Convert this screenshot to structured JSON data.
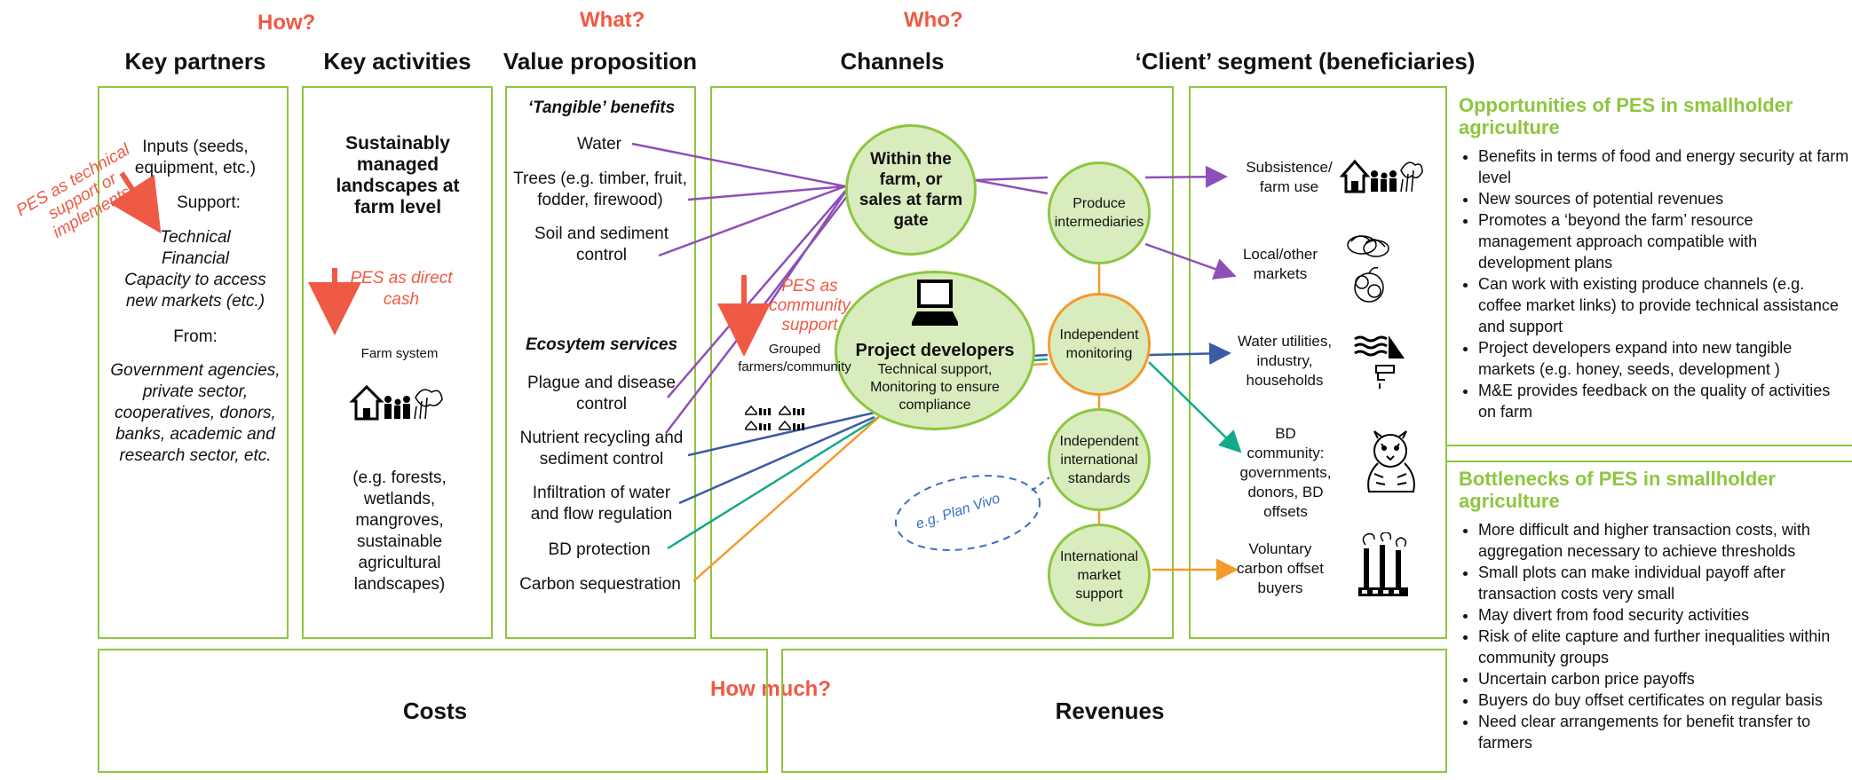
{
  "questions": {
    "how": "How?",
    "what": "What?",
    "who": "Who?",
    "how_much": "How much?"
  },
  "headers": {
    "key_partners": "Key partners",
    "key_activities": "Key activities",
    "value_proposition": "Value proposition",
    "channels": "Channels",
    "client_segment": "‘Client’ segment (beneficiaries)",
    "costs": "Costs",
    "revenues": "Revenues"
  },
  "partners": {
    "inputs": "Inputs (seeds, equipment, etc.)",
    "support_label": "Support:",
    "support_items": [
      "Technical",
      "Financial",
      "Capacity to access new markets (etc.)"
    ],
    "from_label": "From:",
    "from_text": "Government agencies, private sector, cooperatives, donors, banks, academic and research sector, etc.",
    "pes_technical": "PES as technical support or implements"
  },
  "activities": {
    "main": "Sustainably managed landscapes at farm level",
    "pes_cash": "PES as direct cash",
    "farm_system": "Farm system",
    "examples": "(e.g. forests, wetlands, mangroves, sustainable agricultural landscapes)"
  },
  "value": {
    "tangible_title": "‘Tangible’ benefits",
    "tangible": [
      "Water",
      "Trees (e.g. timber, fruit, fodder, firewood)",
      "Soil and sediment control"
    ],
    "eco_title": "Ecosytem services",
    "eco": [
      "Plague and disease control",
      "Nutrient recycling and sediment control",
      "Infiltration of water and flow regulation",
      "BD protection",
      "Carbon sequestration"
    ]
  },
  "channels": {
    "within_farm": "Within the farm, or sales at farm gate",
    "project_dev_title": "Project developers",
    "project_dev_sub": "Technical support, Monitoring to ensure compliance",
    "pes_community": "PES as community support",
    "grouped": "Grouped farmers/community",
    "produce": "Produce intermediaries",
    "indep_monitoring": "Independent monitoring",
    "indep_standards": "Independent international standards",
    "intl_market": "International market support",
    "plan_vivo": "e.g. Plan Vivo"
  },
  "segments": {
    "subsistence": "Subsistence/ farm use",
    "local": "Local/other markets",
    "water": "Water utilities, industry, households",
    "bd": "BD community: governments, donors, BD offsets",
    "carbon": "Voluntary carbon offset buyers"
  },
  "opportunities": {
    "title": "Opportunities of PES in smallholder agriculture",
    "items": [
      "Benefits in terms of food and energy security at farm level",
      "New sources of potential revenues",
      "Promotes a ‘beyond the farm’ resource management approach compatible with development plans",
      "Can work with existing produce channels (e.g. coffee market links) to provide technical assistance and support",
      "Project developers expand into new tangible markets (e.g. honey, seeds, development )",
      "M&E provides feedback on the quality of activities on farm"
    ]
  },
  "bottlenecks": {
    "title": "Bottlenecks of PES in smallholder agriculture",
    "items": [
      "More difficult and higher transaction costs, with aggregation necessary to achieve thresholds",
      "Small plots can make individual payoff after transaction costs very small",
      "May divert from food security activities",
      "Risk of elite capture and further inequalities within community groups",
      "Uncertain carbon price payoffs",
      "Buyers do buy offset certificates on regular basis",
      "Need clear arrangements for benefit transfer to farmers"
    ]
  },
  "colors": {
    "green": "#8dc63f",
    "circle_fill": "#d9ecbd",
    "orange": "#f39a2c",
    "red": "#ef5a45",
    "purple": "#8e4fb8",
    "blue": "#3b5ba5",
    "teal": "#13a98b",
    "dashed_blue": "#3c6ec2"
  },
  "icons": [
    "house-family-icon",
    "laptop-icon",
    "tiger-icon",
    "factory-icon",
    "water-tap-icon",
    "produce-icon"
  ]
}
